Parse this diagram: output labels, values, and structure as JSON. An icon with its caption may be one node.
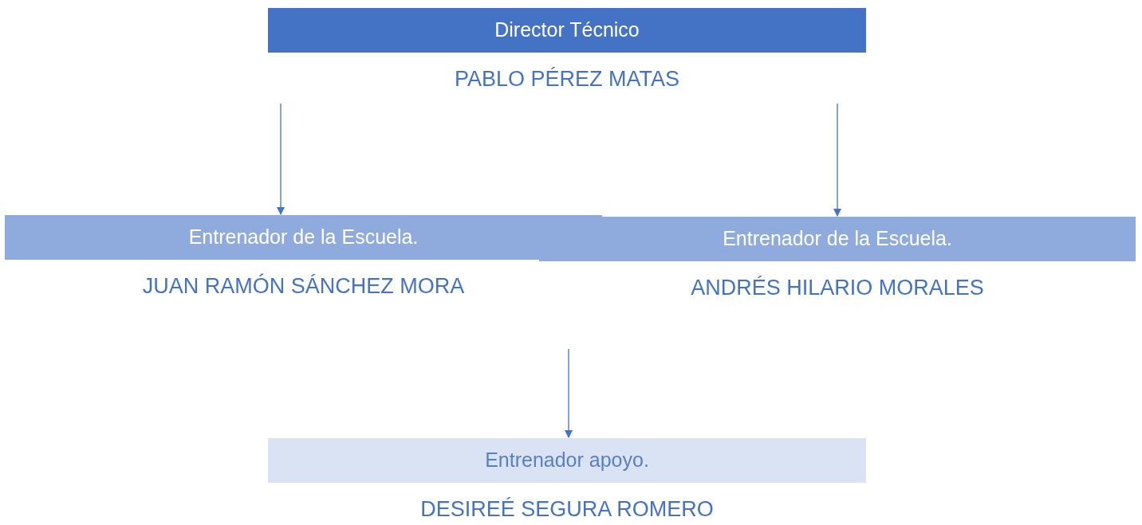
{
  "diagram": {
    "nodes": [
      {
        "text": [
          "Director Técnico",
          "PABLO PÉREZ MATAS"
        ]
      },
      {
        "text": [
          "Entrenador de la Escuela.",
          "JUAN RAMÓN SÁNCHEZ MORA"
        ]
      },
      {
        "text": [
          "Entrenador de la Escuela.",
          "ANDRÉS HILARIO MORALES"
        ]
      },
      {
        "text": [
          "Entrenador apoyo.",
          "DESIREÉ SEGURA ROMERO"
        ]
      }
    ],
    "edges": [
      {
        "from": 0,
        "to": 1,
        "arrow": "to"
      },
      {
        "from": 0,
        "to": 2,
        "arrow": "to"
      },
      {
        "from": null,
        "to": 3,
        "arrow": "to"
      }
    ]
  }
}
